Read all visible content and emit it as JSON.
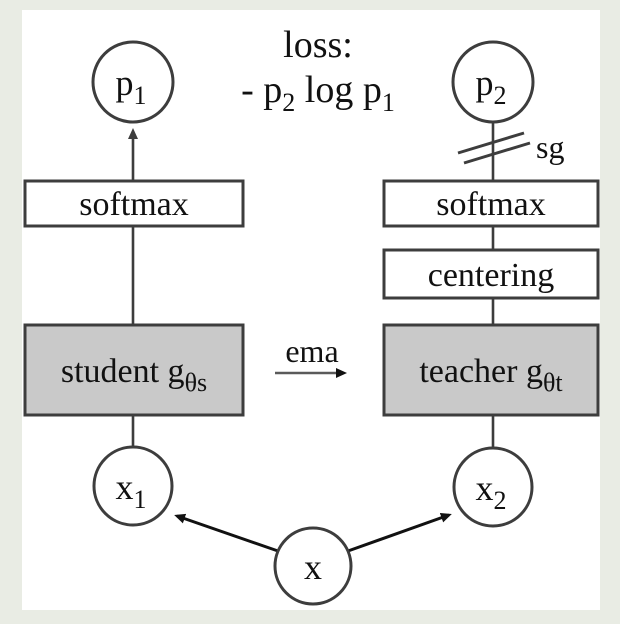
{
  "colors": {
    "background": "#e9ece4",
    "panel": "#ffffff",
    "block_fill": "#c9c9c9",
    "stroke": "#3d3d3d",
    "text": "#111111",
    "arrow_black": "#111111",
    "arrow_gray": "#5a5a5a"
  },
  "loss": {
    "line1": "loss:",
    "line2_a": "- p",
    "line2_a_sub": "2",
    "line2_b": " log p",
    "line2_b_sub": "1"
  },
  "nodes": {
    "p1": {
      "label": "p",
      "sub": "1"
    },
    "p2": {
      "label": "p",
      "sub": "2"
    },
    "x1": {
      "label": "x",
      "sub": "1"
    },
    "x2": {
      "label": "x",
      "sub": "2"
    },
    "x": {
      "label": "x"
    }
  },
  "blocks": {
    "softmax_left": "softmax",
    "softmax_right": "softmax",
    "centering": "centering",
    "student": {
      "label": "student g",
      "sub": "θs"
    },
    "teacher": {
      "label": "teacher g",
      "sub": "θt"
    }
  },
  "edges": {
    "ema": "ema",
    "sg": "sg"
  }
}
